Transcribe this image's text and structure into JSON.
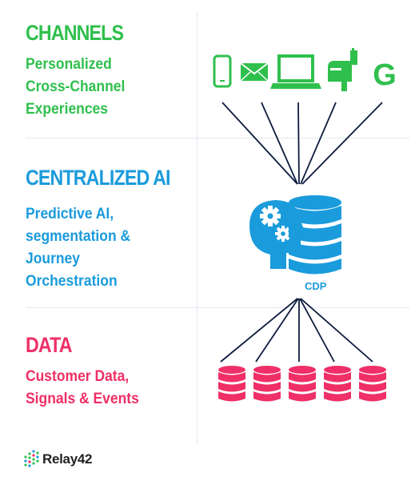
{
  "channels": {
    "title": "CHANNELS",
    "lines": [
      "Personalized",
      "Cross-Channel",
      "Experiences"
    ],
    "icons": [
      "mobile-phone-icon",
      "email-envelope-icon",
      "laptop-icon",
      "direct-mail-mailbox-icon",
      "google-icon"
    ],
    "google_letter": "G"
  },
  "centralized": {
    "title": "CENTRALIZED AI",
    "lines": [
      "Predictive AI,",
      "segmentation &",
      "Journey",
      "Orchestration"
    ],
    "hub_label": "CDP",
    "icons": [
      "ai-head-gears-icon",
      "database-icon"
    ]
  },
  "data": {
    "title": "DATA",
    "lines": [
      "Customer Data,",
      "Signals & Events"
    ],
    "icons": [
      "database-icon",
      "database-icon",
      "database-icon",
      "database-icon",
      "database-icon"
    ]
  },
  "logo": {
    "text": "Relay42"
  },
  "colors": {
    "green": "#2fbf4d",
    "blue": "#1a9bdc",
    "pink": "#ef2f66",
    "line": "#0d1b3e",
    "divider": "#e3e8ef"
  }
}
